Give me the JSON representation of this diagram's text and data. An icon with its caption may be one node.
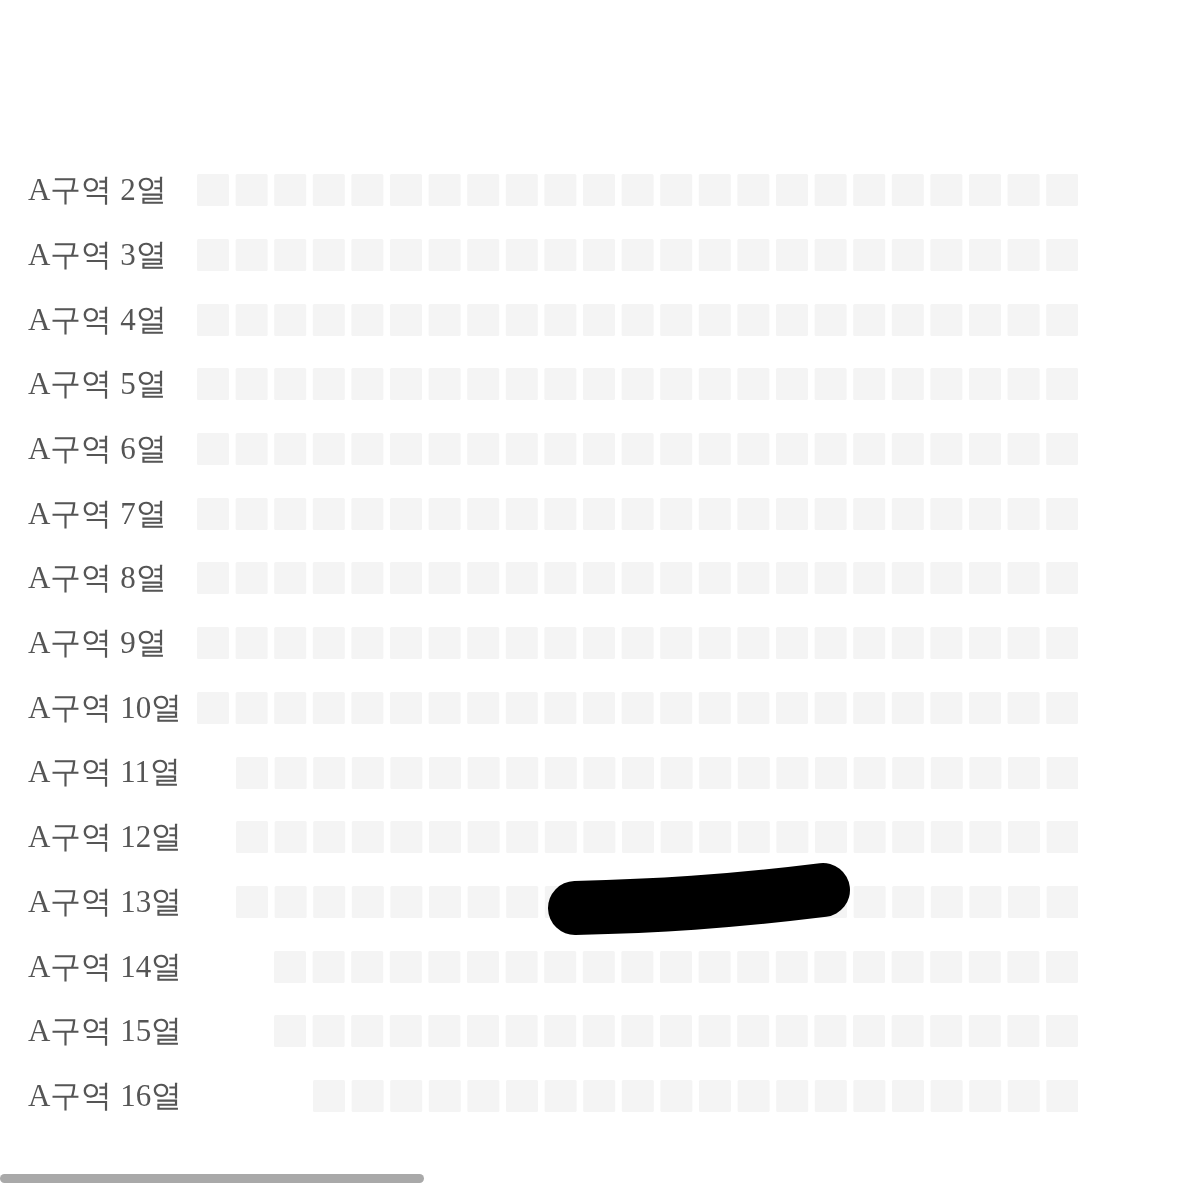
{
  "diagram": {
    "labels": [
      "A구역 2열",
      "A구역 3열",
      "A구역 4열",
      "A구역 5열",
      "A구역 6열",
      "A구역 7열",
      "A구역 8열",
      "A구역 9열",
      "A구역 10열",
      "A구역 11열",
      "A구역 12열",
      "A구역 13열",
      "A구역 14열",
      "A구역 15열",
      "A구역 16열"
    ]
  }
}
